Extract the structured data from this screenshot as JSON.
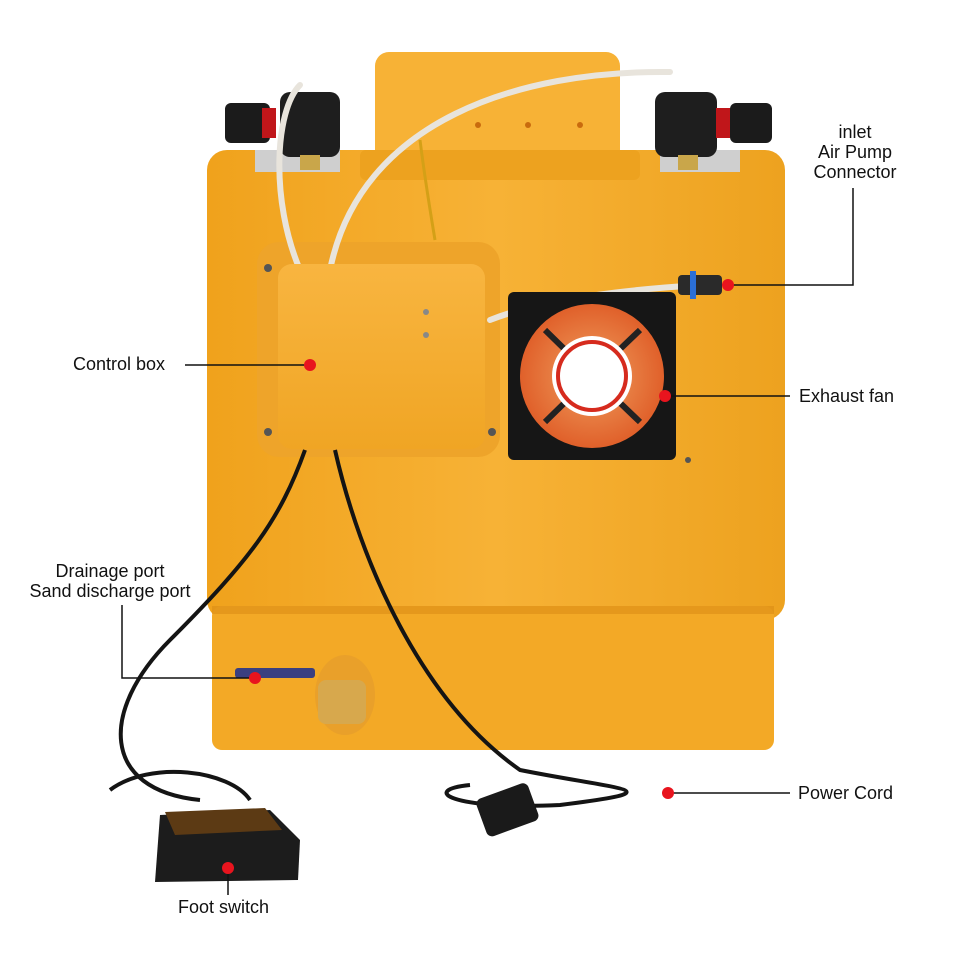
{
  "colors": {
    "housing": "#f5a623",
    "housing_shadow": "#d98a14",
    "callout_dot": "#e8141e",
    "leader_line": "#111111",
    "cable": "#141414",
    "tube": "#e8e4dc"
  },
  "callouts": {
    "inlet": {
      "lines": [
        "inlet",
        "Air Pump",
        "Connector"
      ]
    },
    "control_box": {
      "text": "Control box"
    },
    "exhaust_fan": {
      "text": "Exhaust fan"
    },
    "drainage": {
      "lines": [
        "Drainage port",
        "Sand discharge port"
      ]
    },
    "power_cord": {
      "text": "Power Cord"
    },
    "foot_switch": {
      "text": "Foot switch"
    }
  }
}
